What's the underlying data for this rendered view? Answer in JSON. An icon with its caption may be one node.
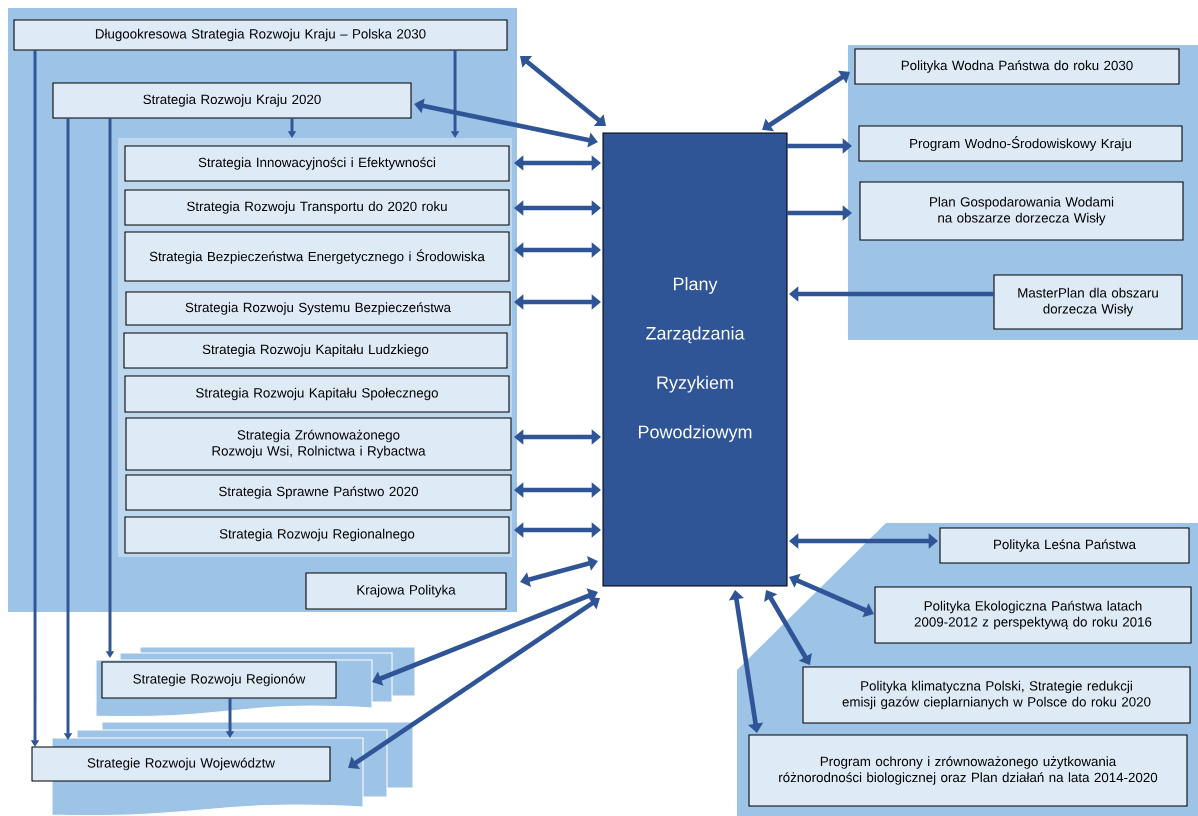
{
  "diagram": {
    "nodes": [
      {
        "text": [],
        "shape": "box"
      },
      {
        "text": [
          "Długookresowa Strategia Rozwoju Kraju – Polska 2030"
        ],
        "in": 0
      },
      {
        "text": [
          "Strategia Rozwoju Kraju 2020"
        ],
        "in": 0
      },
      {
        "text": [],
        "shape": "box",
        "in": 0
      },
      {
        "text": [
          "Strategia Innowacyjności i Efektywności"
        ],
        "in": 3
      },
      {
        "text": [
          "Strategia Rozwoju Transportu do 2020 roku"
        ],
        "in": 3
      },
      {
        "text": [
          "Strategia Bezpieczeństwa Energetycznego i Środowiska"
        ],
        "in": 3
      },
      {
        "text": [
          "Strategia Rozwoju Systemu Bezpieczeństwa"
        ],
        "in": 3
      },
      {
        "text": [
          "Strategia Rozwoju Kapitału Ludzkiego"
        ],
        "in": 3
      },
      {
        "text": [
          "Strategia Rozwoju Kapitału Społecznego"
        ],
        "in": 3
      },
      {
        "text": [
          "Strategia Zrównoważonego Rozwoju Wsi, Rolnictwa i Rybactwa"
        ],
        "in": 3
      },
      {
        "text": [
          "Strategia Sprawne Państwo 2020"
        ],
        "in": 3
      },
      {
        "text": [
          "Strategia Rozwoju Regionalnego"
        ],
        "in": 3
      },
      {
        "text": [
          "Krajowa Polityka"
        ],
        "in": 0
      },
      {
        "text": [
          "Plany Zarządzania Ryzykiem Powodziowym"
        ]
      },
      {
        "text": [],
        "shape": "box"
      },
      {
        "text": [
          "Polityka Wodna Państwa do roku 2030"
        ],
        "in": 15
      },
      {
        "text": [
          "Program Wodno-Środowiskowy Kraju"
        ],
        "in": 15
      },
      {
        "text": [
          "Plan Gospodarowania Wodami na obszarze dorzecza Wisły"
        ],
        "in": 15
      },
      {
        "text": [
          "MasterPlan dla obszaru dorzecza Wisły"
        ],
        "in": 15
      },
      {
        "text": [],
        "shape": "box"
      },
      {
        "text": [
          "Polityka Leśna Państwa"
        ],
        "in": 20
      },
      {
        "text": [
          "Polityka Ekologiczna Państwa latach 2009-2012 z perspektywą do roku 2016"
        ],
        "in": 20
      },
      {
        "text": [
          "Polityka klimatyczna Polski, Strategie redukcji emisji gazów cieplarnianych w Polsce do roku 2020"
        ],
        "in": 20
      },
      {
        "text": [
          "Program ochrony i zrównoważonego użytkowania różnorodności biologicznej oraz Plan działań na lata 2014-2020"
        ],
        "in": 20
      },
      {
        "text": [
          "Strategie Rozwoju Regionów"
        ]
      },
      {
        "text": [
          "Strategie Rozwoju Województw"
        ]
      }
    ],
    "edges": [
      {
        "from": 1,
        "to": 3,
        "arrow": "to"
      },
      {
        "from": 2,
        "to": 3,
        "arrow": "to"
      },
      {
        "from": 1,
        "to": 26,
        "arrow": "to"
      },
      {
        "from": 2,
        "to": 26,
        "arrow": "to"
      },
      {
        "from": 2,
        "to": 25,
        "arrow": "to"
      },
      {
        "from": 25,
        "to": 26,
        "arrow": "to"
      },
      {
        "from": 0,
        "to": 14,
        "arrow": "both"
      },
      {
        "from": 2,
        "to": 14,
        "arrow": "both"
      },
      {
        "from": 4,
        "to": 14,
        "arrow": "both"
      },
      {
        "from": 5,
        "to": 14,
        "arrow": "both"
      },
      {
        "from": 6,
        "to": 14,
        "arrow": "both"
      },
      {
        "from": 7,
        "to": 14,
        "arrow": "both"
      },
      {
        "from": 10,
        "to": 14,
        "arrow": "both"
      },
      {
        "from": 11,
        "to": 14,
        "arrow": "both"
      },
      {
        "from": 12,
        "to": 14,
        "arrow": "both"
      },
      {
        "from": 13,
        "to": 14,
        "arrow": "both"
      },
      {
        "from": 14,
        "to": 25,
        "arrow": "both"
      },
      {
        "from": 14,
        "to": 26,
        "arrow": "both"
      },
      {
        "from": 14,
        "to": 16,
        "arrow": "both"
      },
      {
        "from": 14,
        "to": 17,
        "arrow": "to"
      },
      {
        "from": 14,
        "to": 18,
        "arrow": "to"
      },
      {
        "from": 19,
        "to": 14,
        "arrow": "to"
      },
      {
        "from": 14,
        "to": 21,
        "arrow": "both"
      },
      {
        "from": 14,
        "to": 22,
        "arrow": "both"
      },
      {
        "from": 14,
        "to": 23,
        "arrow": "both"
      },
      {
        "from": 14,
        "to": 24,
        "arrow": "both"
      }
    ]
  }
}
